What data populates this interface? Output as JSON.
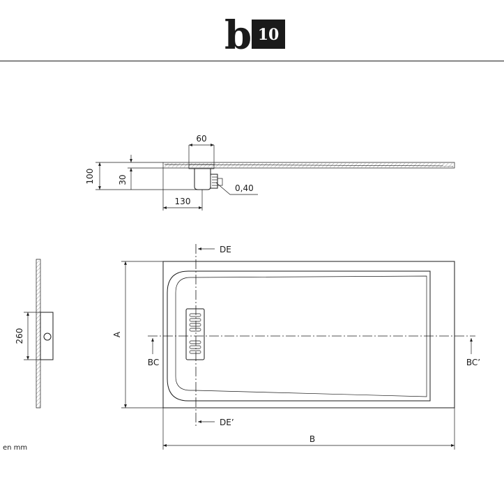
{
  "brand": {
    "letter": "b",
    "number": "10"
  },
  "side_view": {
    "dims": {
      "drain_width": "60",
      "total_height": "100",
      "tray_height": "30",
      "drain_offset": "130",
      "slope": "0,40"
    }
  },
  "plan_view": {
    "labels": {
      "width": "A",
      "length": "B",
      "section_de": "DE",
      "section_de_prime": "DE’",
      "section_bc": "BC",
      "section_bc_prime": "BC’"
    }
  },
  "end_view": {
    "dims": {
      "drain_height": "260"
    }
  },
  "units_note": "en mm"
}
